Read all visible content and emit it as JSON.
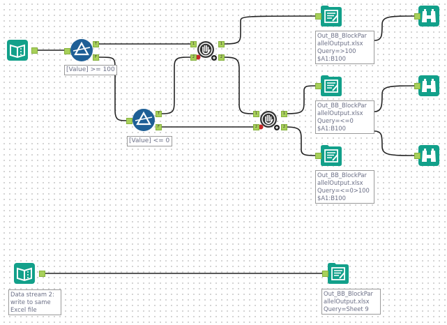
{
  "canvas": {
    "tools": {
      "input_1": {
        "icon": "input-data-book-icon"
      },
      "filter_1": {
        "icon": "filter-prism-icon",
        "annotation": "[Value] >= 100",
        "anchors": [
          "T",
          "F"
        ]
      },
      "filter_2": {
        "icon": "filter-prism-icon",
        "annotation": "[Value] <= 0",
        "anchors": [
          "T",
          "F"
        ]
      },
      "block_until_done_1": {
        "icon": "block-until-done-hand-icon",
        "in_anchors": [
          "1",
          "2"
        ],
        "out_anchors": [
          "1",
          "2"
        ]
      },
      "block_until_done_2": {
        "icon": "block-until-done-hand-icon",
        "in_anchors": [
          "1",
          "2"
        ],
        "out_anchors": [
          "1",
          "2"
        ]
      },
      "output_1": {
        "icon": "output-data-icon",
        "annotation": "Out_BB_BlockPar\nallelOutput.xlsx\nQuery=>100\n$A1:B100"
      },
      "output_2": {
        "icon": "output-data-icon",
        "annotation": "Out_BB_BlockPar\nallelOutput.xlsx\nQuery=<=0\n$A1:B100"
      },
      "output_3": {
        "icon": "output-data-icon",
        "annotation": "Out_BB_BlockPar\nallelOutput.xlsx\nQuery=<=0>100\n$A1:B100"
      },
      "output_4": {
        "icon": "output-data-icon",
        "annotation": "Out_BB_BlockPar\nallelOutput.xlsx\nQuery=Sheet 9"
      },
      "input_2": {
        "icon": "input-data-book-icon",
        "annotation": "Data stream 2:\nwrite to same\nExcel file"
      },
      "browse_1": {
        "icon": "browse-binoculars-icon"
      },
      "browse_2": {
        "icon": "browse-binoculars-icon"
      },
      "browse_3": {
        "icon": "browse-binoculars-icon"
      }
    },
    "colors": {
      "tool_teal": "#12a08a",
      "filter_blue": "#1e5f96",
      "anchor_green": "#a8d05a",
      "wire": "#222222"
    }
  }
}
